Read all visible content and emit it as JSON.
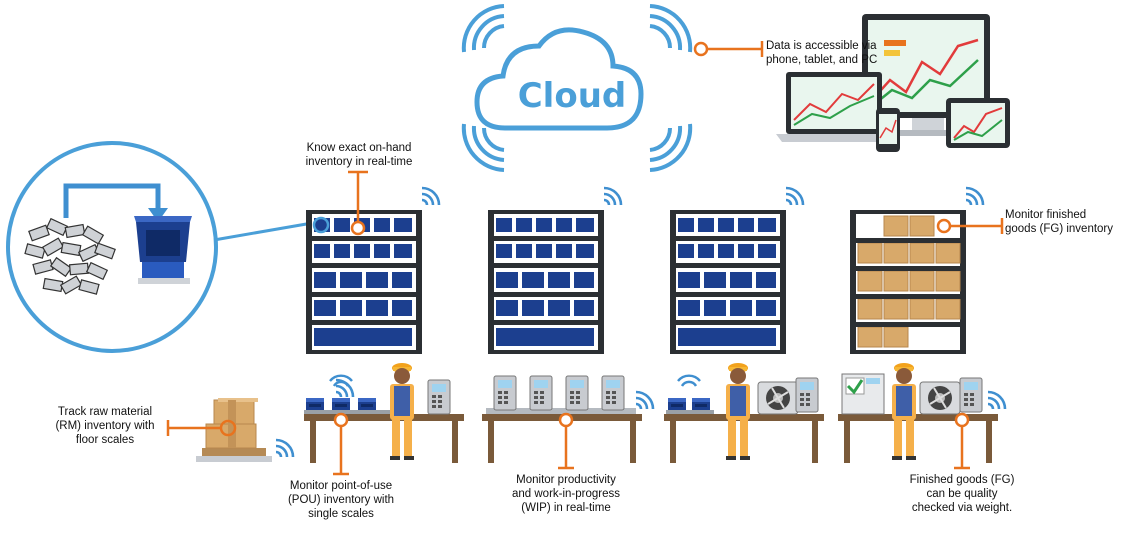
{
  "cloud": {
    "label": "Cloud"
  },
  "colors": {
    "accent_orange": "#e8731e",
    "cloud_blue": "#4a9fd8",
    "bin_blue": "#1c3f8f",
    "rack_dark": "#2b2f33",
    "box_tan": "#d8a96a",
    "table_brown": "#7a5a3a",
    "wifi_blue": "#3f8fd0"
  },
  "callouts": {
    "data_access": [
      "Data is accessible via",
      "phone, tablet, and PC"
    ],
    "on_hand": [
      "Know exact on-hand",
      "inventory in real-time"
    ],
    "finished_goods_inventory": [
      "Monitor finished",
      "goods (FG) inventory"
    ],
    "raw_material": [
      "Track raw material",
      "(RM) inventory with",
      "floor scales"
    ],
    "point_of_use": [
      "Monitor point-of-use",
      "(POU) inventory with",
      "single scales"
    ],
    "wip": [
      "Monitor productivity",
      "and work-in-progress",
      "(WIP) in real-time"
    ],
    "quality_check": [
      "Finished goods (FG)",
      "can be quality",
      "checked via weight."
    ]
  },
  "icons": {
    "cloud": "cloud-icon",
    "devices": "devices-icon",
    "wifi": "wifi-icon",
    "rack": "shelf-rack-icon",
    "worker": "worker-icon",
    "scale": "scale-icon",
    "pallet": "pallet-boxes-icon",
    "parts": "parts-pile-icon",
    "bin": "bin-icon"
  }
}
